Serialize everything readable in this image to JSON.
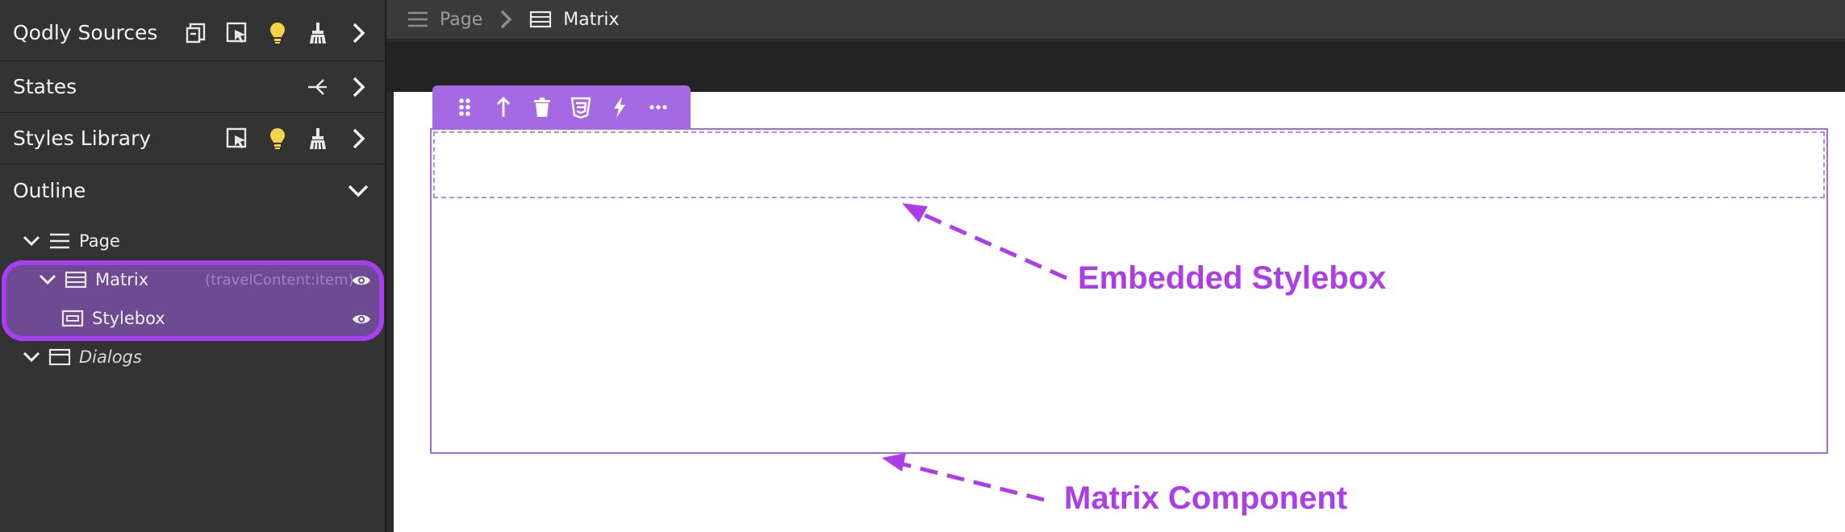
{
  "sidebar": {
    "panels": [
      {
        "title": "Qodly Sources",
        "icons": [
          "copy-icon",
          "select-cursor-icon",
          "lightbulb-icon",
          "broom-icon"
        ]
      },
      {
        "title": "States",
        "icons": [
          "branch-icon"
        ]
      },
      {
        "title": "Styles Library",
        "icons": [
          "select-cursor-icon",
          "lightbulb-icon",
          "broom-icon"
        ]
      },
      {
        "title": "Outline"
      }
    ],
    "outline": {
      "page": "Page",
      "matrix": "Matrix",
      "matrix_hint": "(travelContent:item)",
      "stylebox": "Stylebox",
      "dialogs": "Dialogs"
    }
  },
  "breadcrumb": {
    "page": "Page",
    "current": "Matrix"
  },
  "annotations": {
    "stylebox": "Embedded Stylebox",
    "matrix": "Matrix Component"
  },
  "colors": {
    "accent": "#a56ae3",
    "annotation": "#ad3de8",
    "selection": "#6d4a92",
    "lightbulb": "#f5d547"
  }
}
